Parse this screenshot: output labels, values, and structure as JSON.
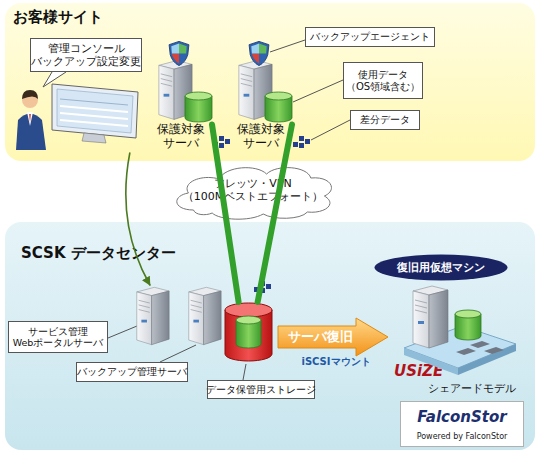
{
  "diagram": {
    "nodes": [
      {
        "text": [
          "お客様サイト"
        ]
      },
      {
        "text": [
          "管理コンソール バックアップ設定変更"
        ],
        "in": 0
      },
      {
        "text": [
          "保護対象 サーバ"
        ],
        "in": 0
      },
      {
        "text": [
          "保護対象 サーバ"
        ],
        "in": 0
      },
      {
        "text": [
          "バックアップエージェント"
        ],
        "in": 0
      },
      {
        "text": [
          "使用データ （OS領域含む）"
        ],
        "in": 0
      },
      {
        "text": [
          "差分データ"
        ],
        "in": 0
      },
      {
        "text": [
          "フレッツ・VPN （100Mベストエフォート）"
        ]
      },
      {
        "text": [
          "SCSK データセンター"
        ]
      },
      {
        "text": [
          "サービス管理 Webポータルサーバ"
        ],
        "in": 8
      },
      {
        "text": [
          "バックアップ管理サーバ"
        ],
        "in": 8
      },
      {
        "text": [
          "データ保管用ストレージ"
        ],
        "in": 8
      },
      {
        "text": [
          "サーバ復旧",
          "iSCSIマウント"
        ],
        "in": 8
      },
      {
        "text": [
          "復旧用仮想マシン"
        ],
        "in": 8
      },
      {
        "text": [
          "FalconStor",
          "Powered by FalconStor"
        ],
        "in": 8
      }
    ],
    "edges": [
      {
        "from": 1,
        "to": 9,
        "arrow": "to"
      },
      {
        "from": 2,
        "to": 11,
        "arrow": "none"
      },
      {
        "from": 3,
        "to": 11,
        "arrow": "none"
      }
    ],
    "labels": [
      "USiZE",
      "シェアードモデル"
    ]
  }
}
